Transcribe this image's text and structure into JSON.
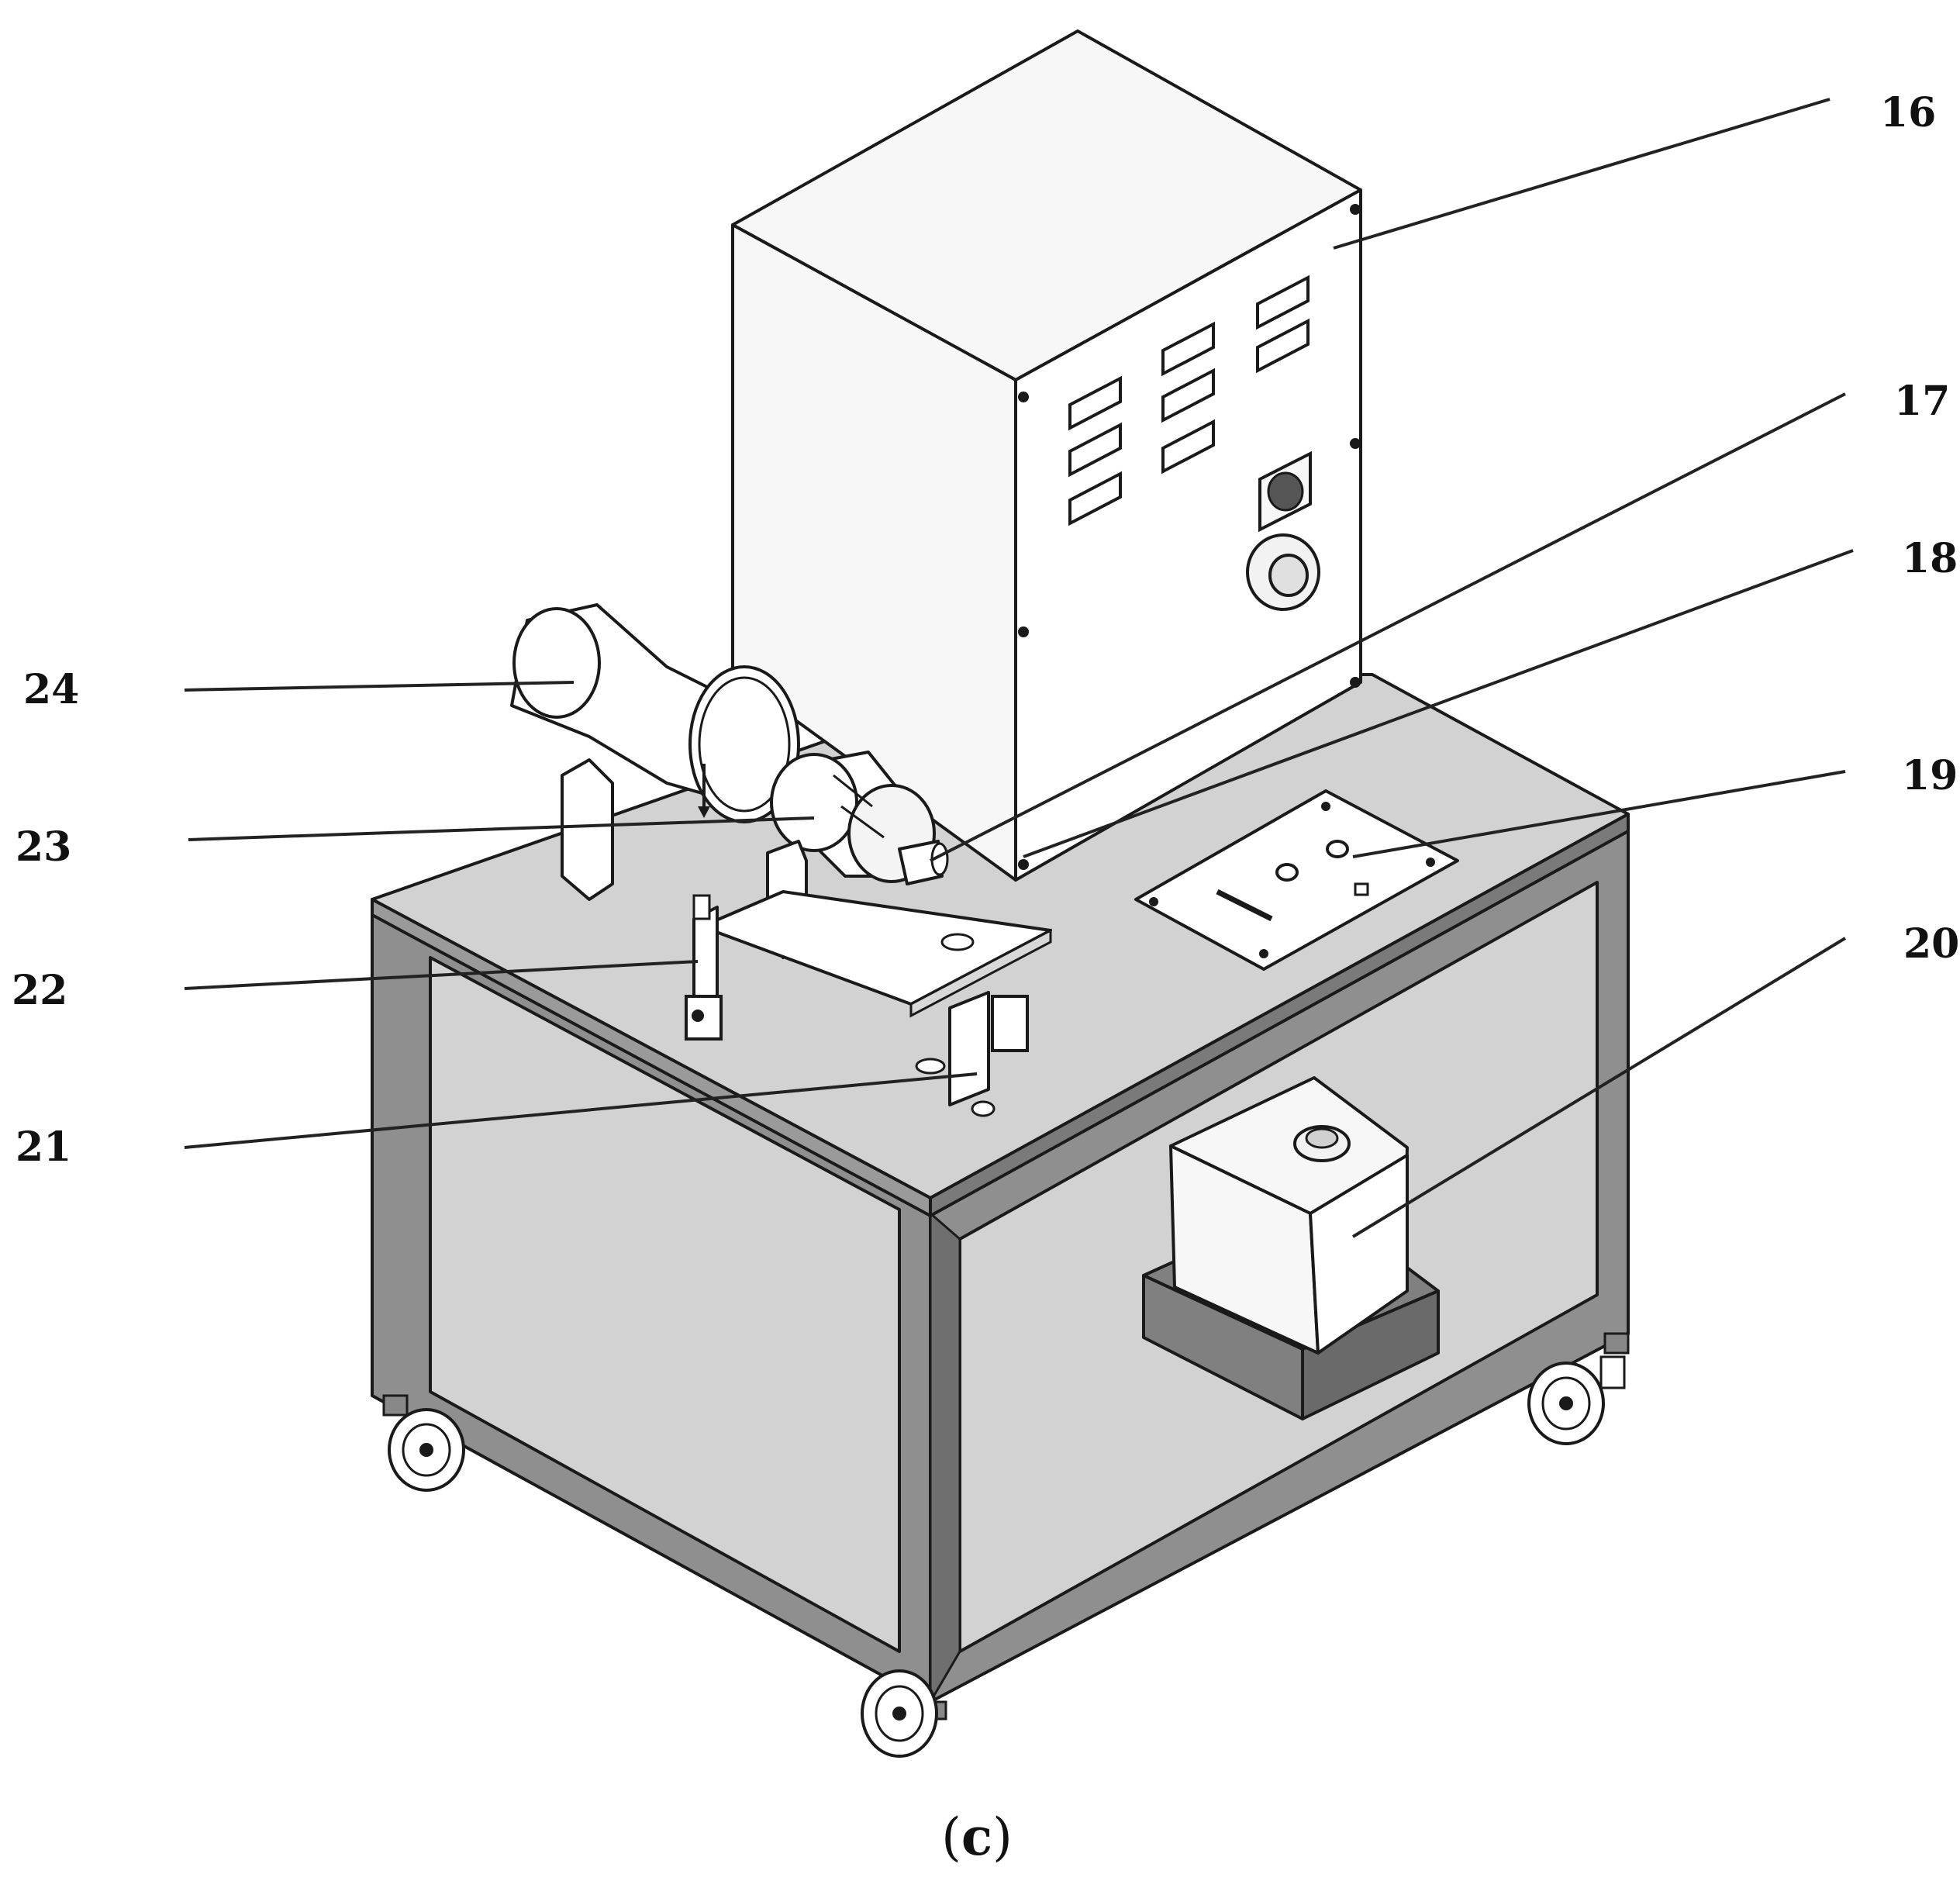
{
  "labels": [
    {
      "id": "16",
      "text": "16"
    },
    {
      "id": "17",
      "text": "17"
    },
    {
      "id": "18",
      "text": "18"
    },
    {
      "id": "19",
      "text": "19"
    },
    {
      "id": "20",
      "text": "20"
    },
    {
      "id": "21",
      "text": "21"
    },
    {
      "id": "22",
      "text": "22"
    },
    {
      "id": "23",
      "text": "23"
    },
    {
      "id": "24",
      "text": "24"
    }
  ],
  "caption": {
    "open": "(",
    "letter": "c",
    "close": ")"
  },
  "colors": {
    "frame": "#8f8f8f",
    "frame_dark": "#6f6f6f",
    "panel": "#d2d2d2",
    "cabinet": "#f7f7f7",
    "box_base": "#808080",
    "line": "#1a1a1a"
  }
}
